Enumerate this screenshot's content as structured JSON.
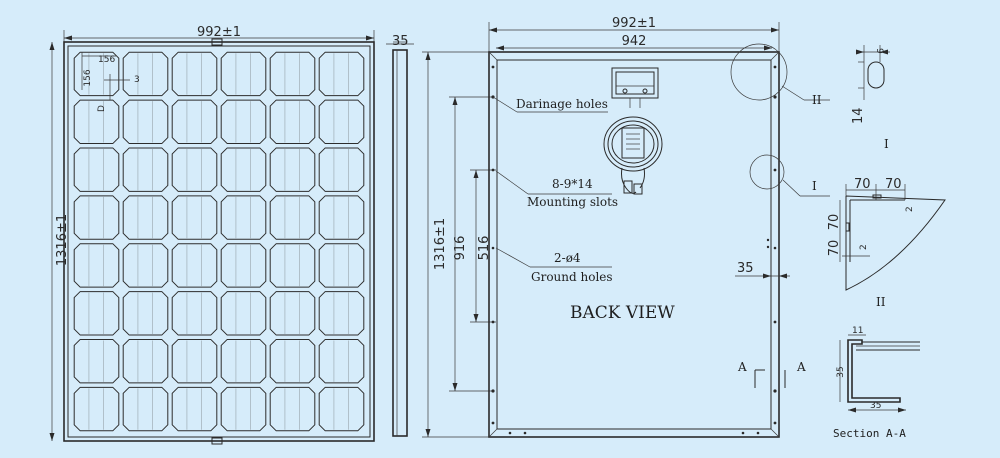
{
  "front": {
    "width_dim": "992±1",
    "height_dim": "1316±1",
    "detail_156a": "156",
    "detail_156b": "156",
    "detail_3": "3",
    "detail_d": "D",
    "cell_rows": 8,
    "cell_cols": 6
  },
  "side": {
    "thickness_dim": "35"
  },
  "back": {
    "width_dim": "992±1",
    "inner_width_dim": "942",
    "height_dim": "1316±1",
    "mount_span_dim": "916",
    "ground_span_dim": "516",
    "edge_dim": "35",
    "drainage_label": "Darinage holes",
    "slots_spec": "8-9*14",
    "slots_label": "Mounting slots",
    "ground_spec": "2-ø4",
    "ground_label": "Ground holes",
    "view_title": "BACK   VIEW",
    "callout_ii": "II",
    "callout_i": "I",
    "section_a_left": "A",
    "section_a_right": "A"
  },
  "detail_i": {
    "title": "I",
    "dim_9": "9",
    "dim_14": "14"
  },
  "detail_ii": {
    "title": "II",
    "dim_70a": "70",
    "dim_70b": "70",
    "dim_70c": "70",
    "dim_70d": "70",
    "dim_2a": "2",
    "dim_2b": "2"
  },
  "section_aa": {
    "title": "Section A-A",
    "dim_11": "11",
    "dim_35h": "35",
    "dim_35v": "35"
  }
}
